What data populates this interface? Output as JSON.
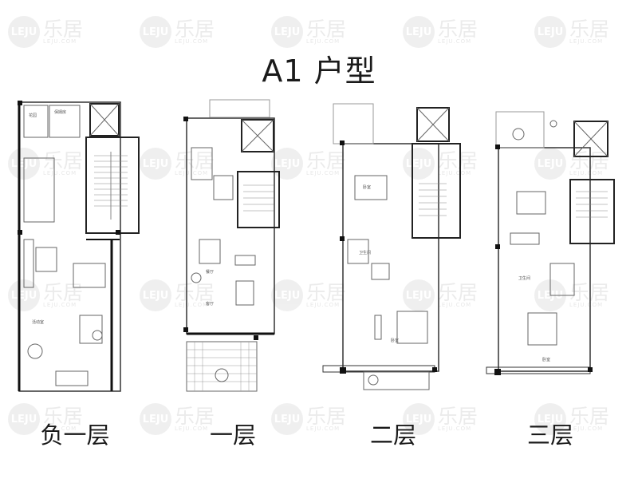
{
  "title": "A1 户型",
  "floors": [
    {
      "label": "负一层"
    },
    {
      "label": "一层"
    },
    {
      "label": "二层"
    },
    {
      "label": "三层"
    }
  ],
  "watermark": {
    "badge": "LEJU",
    "text": "乐居",
    "url": "LEJU.COM",
    "color": "#dcdcdc"
  },
  "colors": {
    "wall": "#111111",
    "line": "#666666"
  }
}
